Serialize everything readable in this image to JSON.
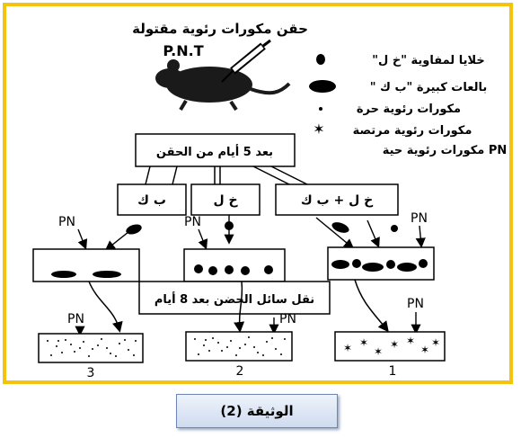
{
  "header": {
    "title_ar": "حقن مكورات رئوية مقتولة",
    "strain": "P.N.T"
  },
  "legend": [
    {
      "label": "خلايا لمفاوية \"خ ل\"",
      "icon": "small-dot"
    },
    {
      "label": "بالعات كبيرة \"ب ك \"",
      "icon": "large-oval"
    },
    {
      "label": "مكورات رئوية حرة",
      "icon": "tiny-dot"
    },
    {
      "label": "مكورات رئوية مرتصة",
      "icon": "star"
    },
    {
      "label": "PN مكورات رئوية حية",
      "icon": "text"
    }
  ],
  "flow": {
    "step1": "بعد 5 أيام من الحقن",
    "groups": [
      "ب ك",
      "خ ل",
      "خ ل + ب ك"
    ],
    "step2": "نقل سائل الحضن بعد 8 أيام",
    "pn_label": "PN",
    "tube_numbers": [
      "3",
      "2",
      "1"
    ]
  },
  "caption": "الوثيقة (2)",
  "colors": {
    "border": "#f2c40f",
    "caption_top": "#eef3fb",
    "caption_bottom": "#cfdbef"
  }
}
